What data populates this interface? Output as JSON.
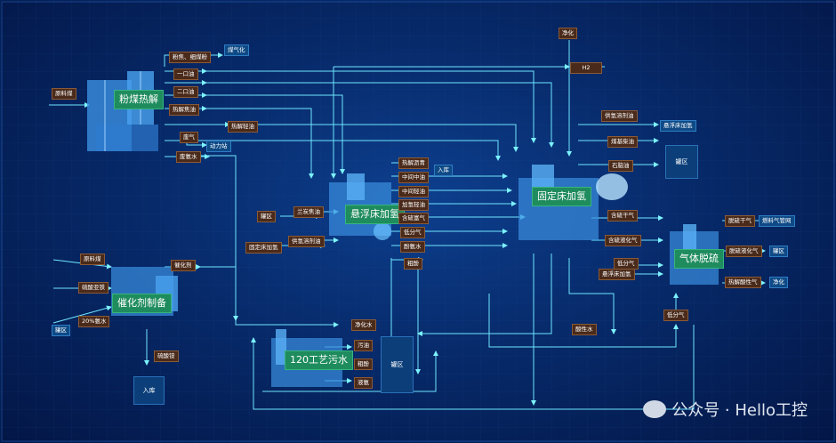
{
  "processes": {
    "meifen": "粉煤热解",
    "xuanfu": "悬浮床加氢",
    "guding": "固定床加氢",
    "tuoliu": "气体脱硫",
    "cuihua": "催化剂制备",
    "wushui": "120工艺污水"
  },
  "labels": {
    "yuanliaomei1": "原料煤",
    "fenjiao": "粉焦、细煤粉",
    "meiqihua": "煤气化",
    "yikouyou": "一口油",
    "erkouyou": "二口油",
    "rejiejiaoyou": "热解焦油",
    "rejieqingyou": "热解轻油",
    "feiqi": "废气",
    "dongliz": "动力站",
    "feianshui": "废氨水",
    "jinghua_top": "净化",
    "h2": "H2",
    "gongqingrongji1": "供氢溶剂油",
    "xuanfujiaqing_out": "悬浮床加氢",
    "meijiyou": "煤基柴油",
    "shinaoyou": "石脑油",
    "guanqu_r": "罐区",
    "rejielqing": "热解沥青",
    "ruku1": "入库",
    "zhongjianzhongyou": "中间中油",
    "zhongjianqingyou": "中间轻油",
    "jiaqingqingyou": "加氢轻油",
    "hanliufuqi": "含硫富气",
    "difenqi": "低分气",
    "fenanshui": "酚氨水",
    "cufen": "粗酚",
    "guanqu_l": "罐区",
    "lanfajiaoyou": "兰炭焦油",
    "gongqingrongji2": "供氢溶剂油",
    "gudingchuang_in": "固定床加氢",
    "hanliuganqi": "含硫干气",
    "hanliuyehuaqi": "含硫液化气",
    "difenqi2": "低分气",
    "xuanfujiaqing2": "悬浮床加氢",
    "tuoliuganqi": "脱硫干气",
    "ranliaoqi": "燃料气管网",
    "tuoliuyehua": "脱硫液化气",
    "guanqu_r2": "罐区",
    "rejiesuanxing": "热解酸性气",
    "jinghua_r": "净化",
    "difenqi3": "低分气",
    "suanxingshui": "酸性水",
    "yuanliaomei2": "原料煤",
    "liusuanyatie": "硫酸亚铁",
    "ansui20": "20%氨水",
    "guanqu_bl": "罐区",
    "cuihuaji": "催化剂",
    "liusuanan": "硫酸铵",
    "ruku2": "入库",
    "jinghuashui": "净化水",
    "wuyou": "污油",
    "cufen2": "粗酚",
    "yean": "液氨",
    "guanqu_c": "罐区"
  },
  "watermark": "公众号 · Hello工控"
}
